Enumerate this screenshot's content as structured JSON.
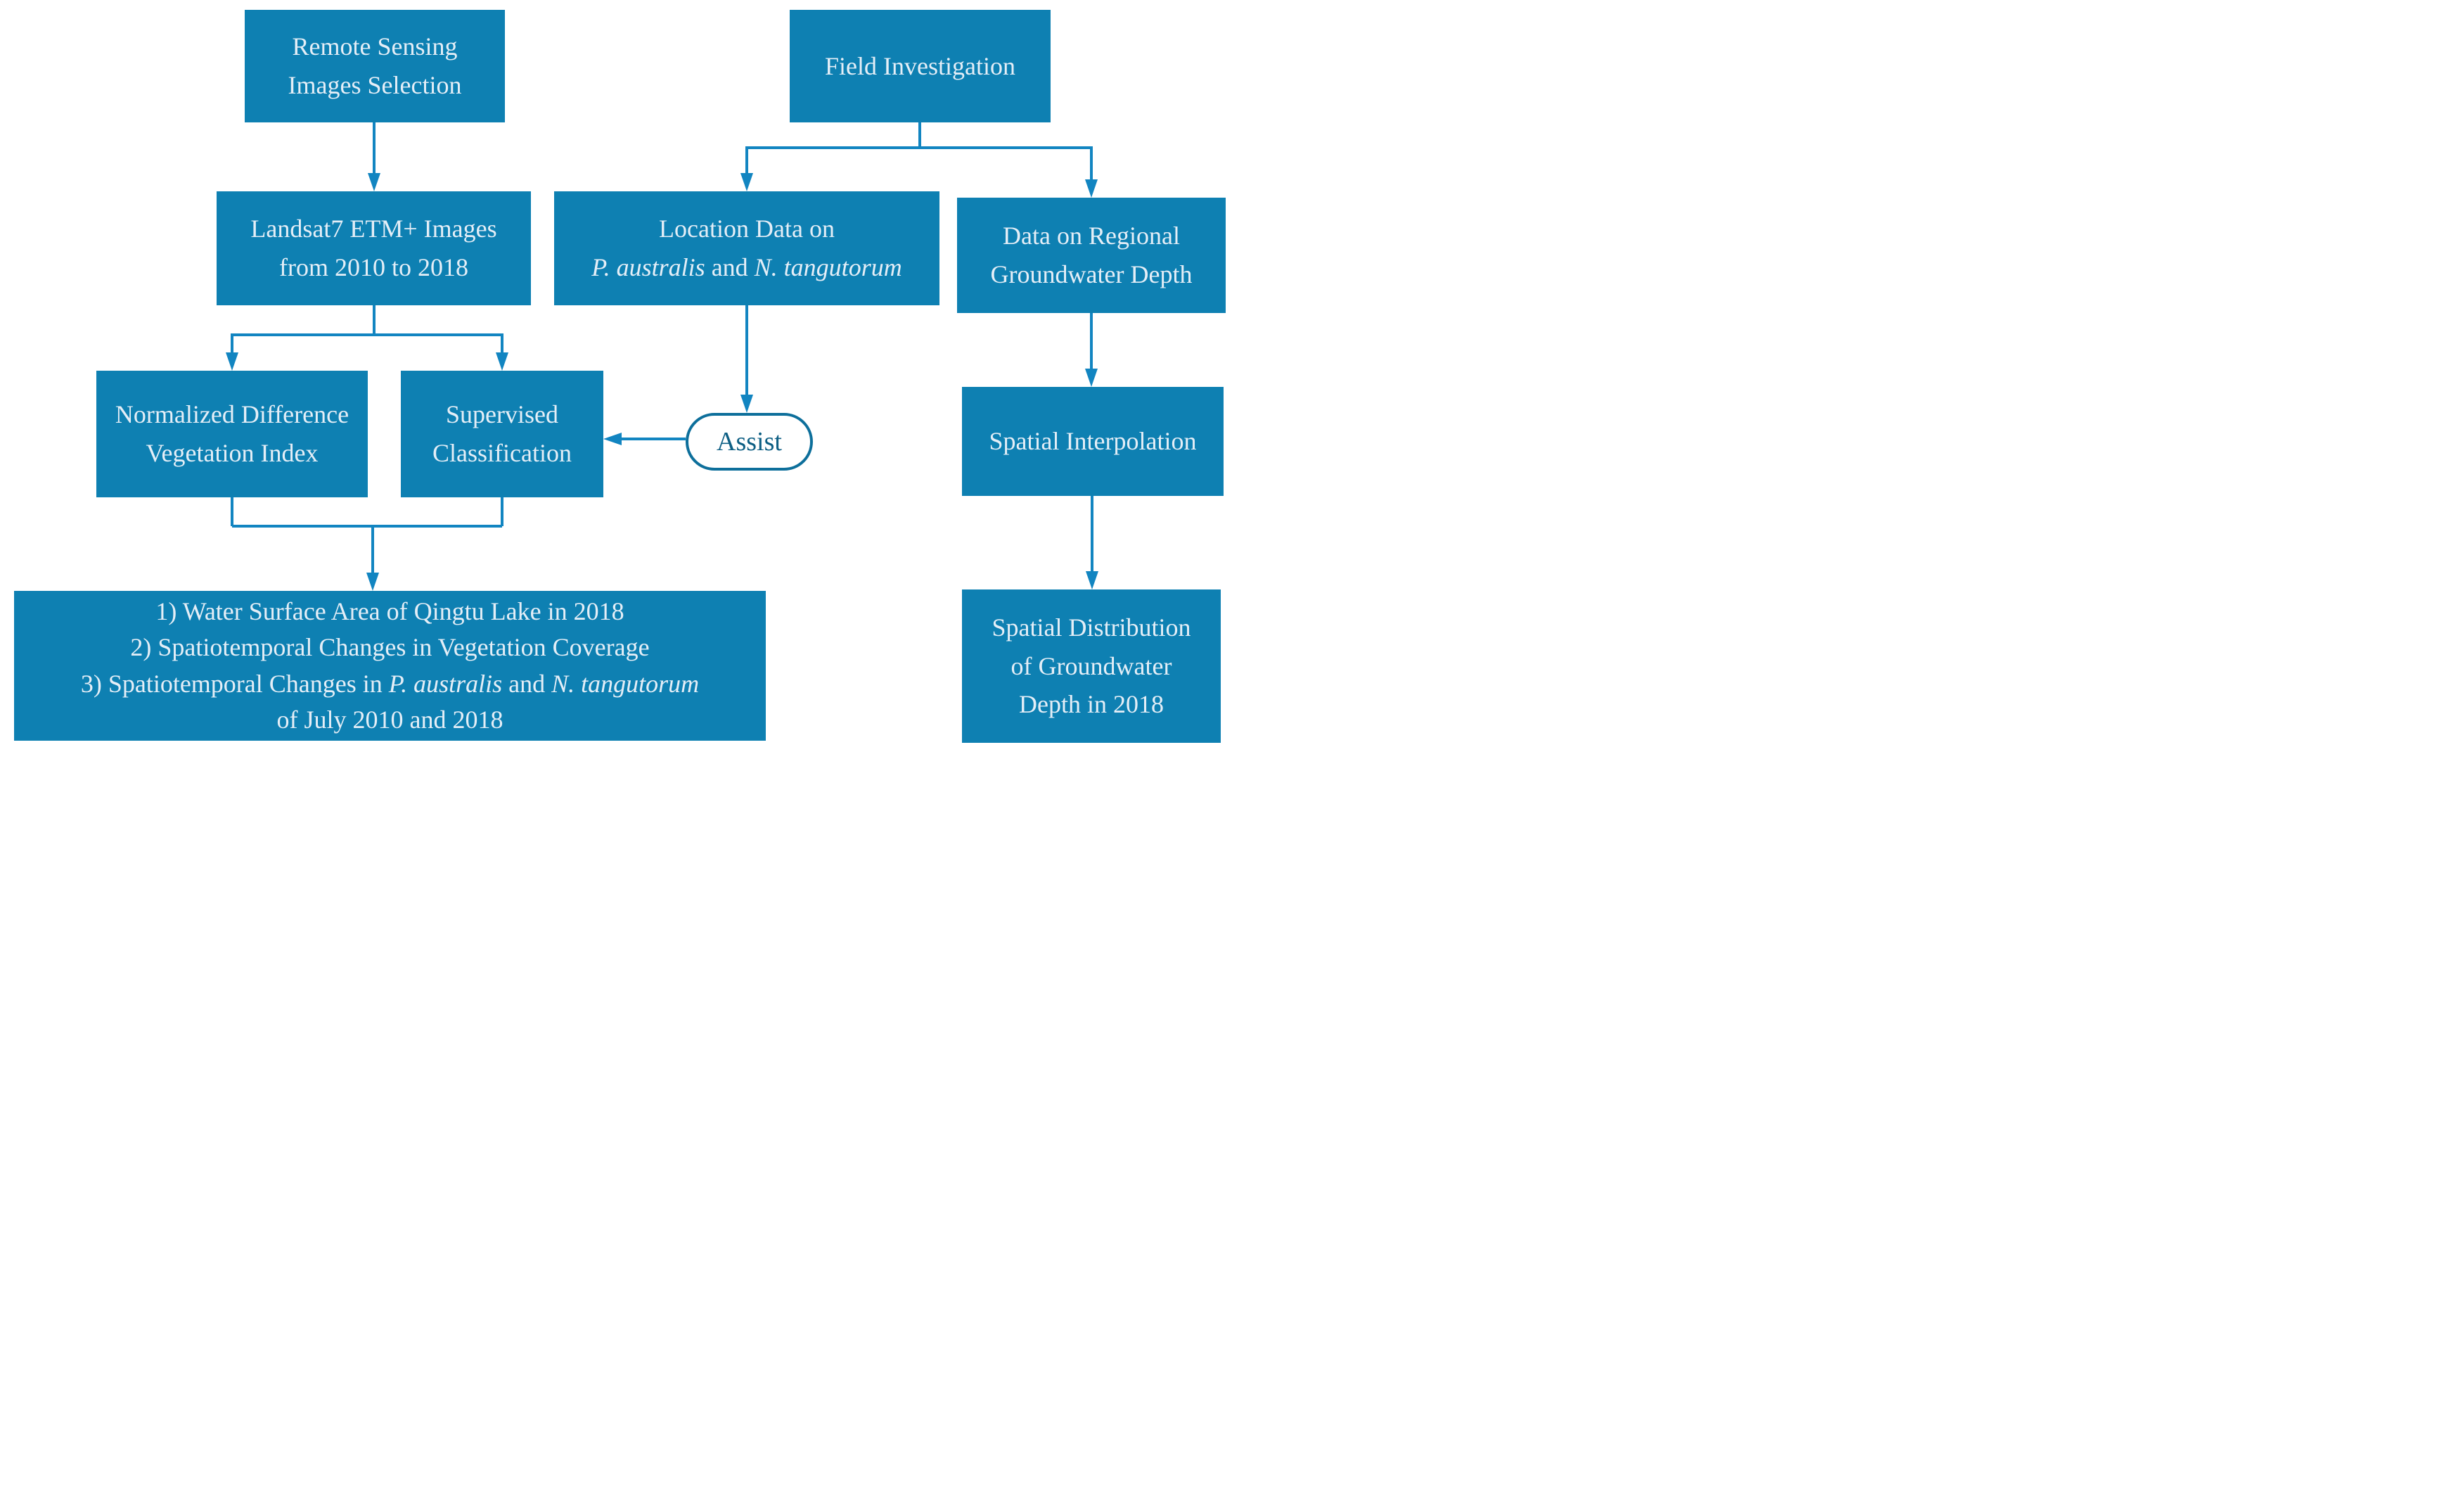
{
  "colors": {
    "box_fill": "#0e80b2",
    "box_text": "#e4eef7",
    "connector": "#1285c1",
    "pill_border": "#0d6f9b",
    "pill_text": "#0e5f84",
    "background": "#ffffff"
  },
  "boxes": {
    "remote_sensing": {
      "line1": "Remote Sensing",
      "line2": "Images Selection"
    },
    "field_investigation": {
      "label": "Field Investigation"
    },
    "landsat_images": {
      "line1": "Landsat7 ETM+ Images",
      "line2": "from 2010 to 2018"
    },
    "location_data": {
      "line1": "Location Data on",
      "species1": "P. australis",
      "conjunction": " and ",
      "species2": "N. tangutorum"
    },
    "regional_groundwater": {
      "line1": "Data on Regional",
      "line2": "Groundwater Depth"
    },
    "ndvi": {
      "line1": "Normalized Difference",
      "line2": "Vegetation Index"
    },
    "supervised_classification": {
      "line1": "Supervised",
      "line2": "Classification"
    },
    "assist": {
      "label": "Assist"
    },
    "spatial_interpolation": {
      "label": "Spatial Interpolation"
    },
    "results": {
      "item1": "1) Water Surface Area of Qingtu Lake in 2018",
      "item2": "2) Spatiotemporal Changes in Vegetation Coverage",
      "item3_prefix": "3) Spatiotemporal Changes in ",
      "item3_species1": "P. australis",
      "item3_conjunction": " and ",
      "item3_species2": "N. tangutorum",
      "item4": "of July 2010 and 2018"
    },
    "spatial_distribution": {
      "line1": "Spatial Distribution",
      "line2": "of Groundwater",
      "line3": "Depth in 2018"
    }
  }
}
